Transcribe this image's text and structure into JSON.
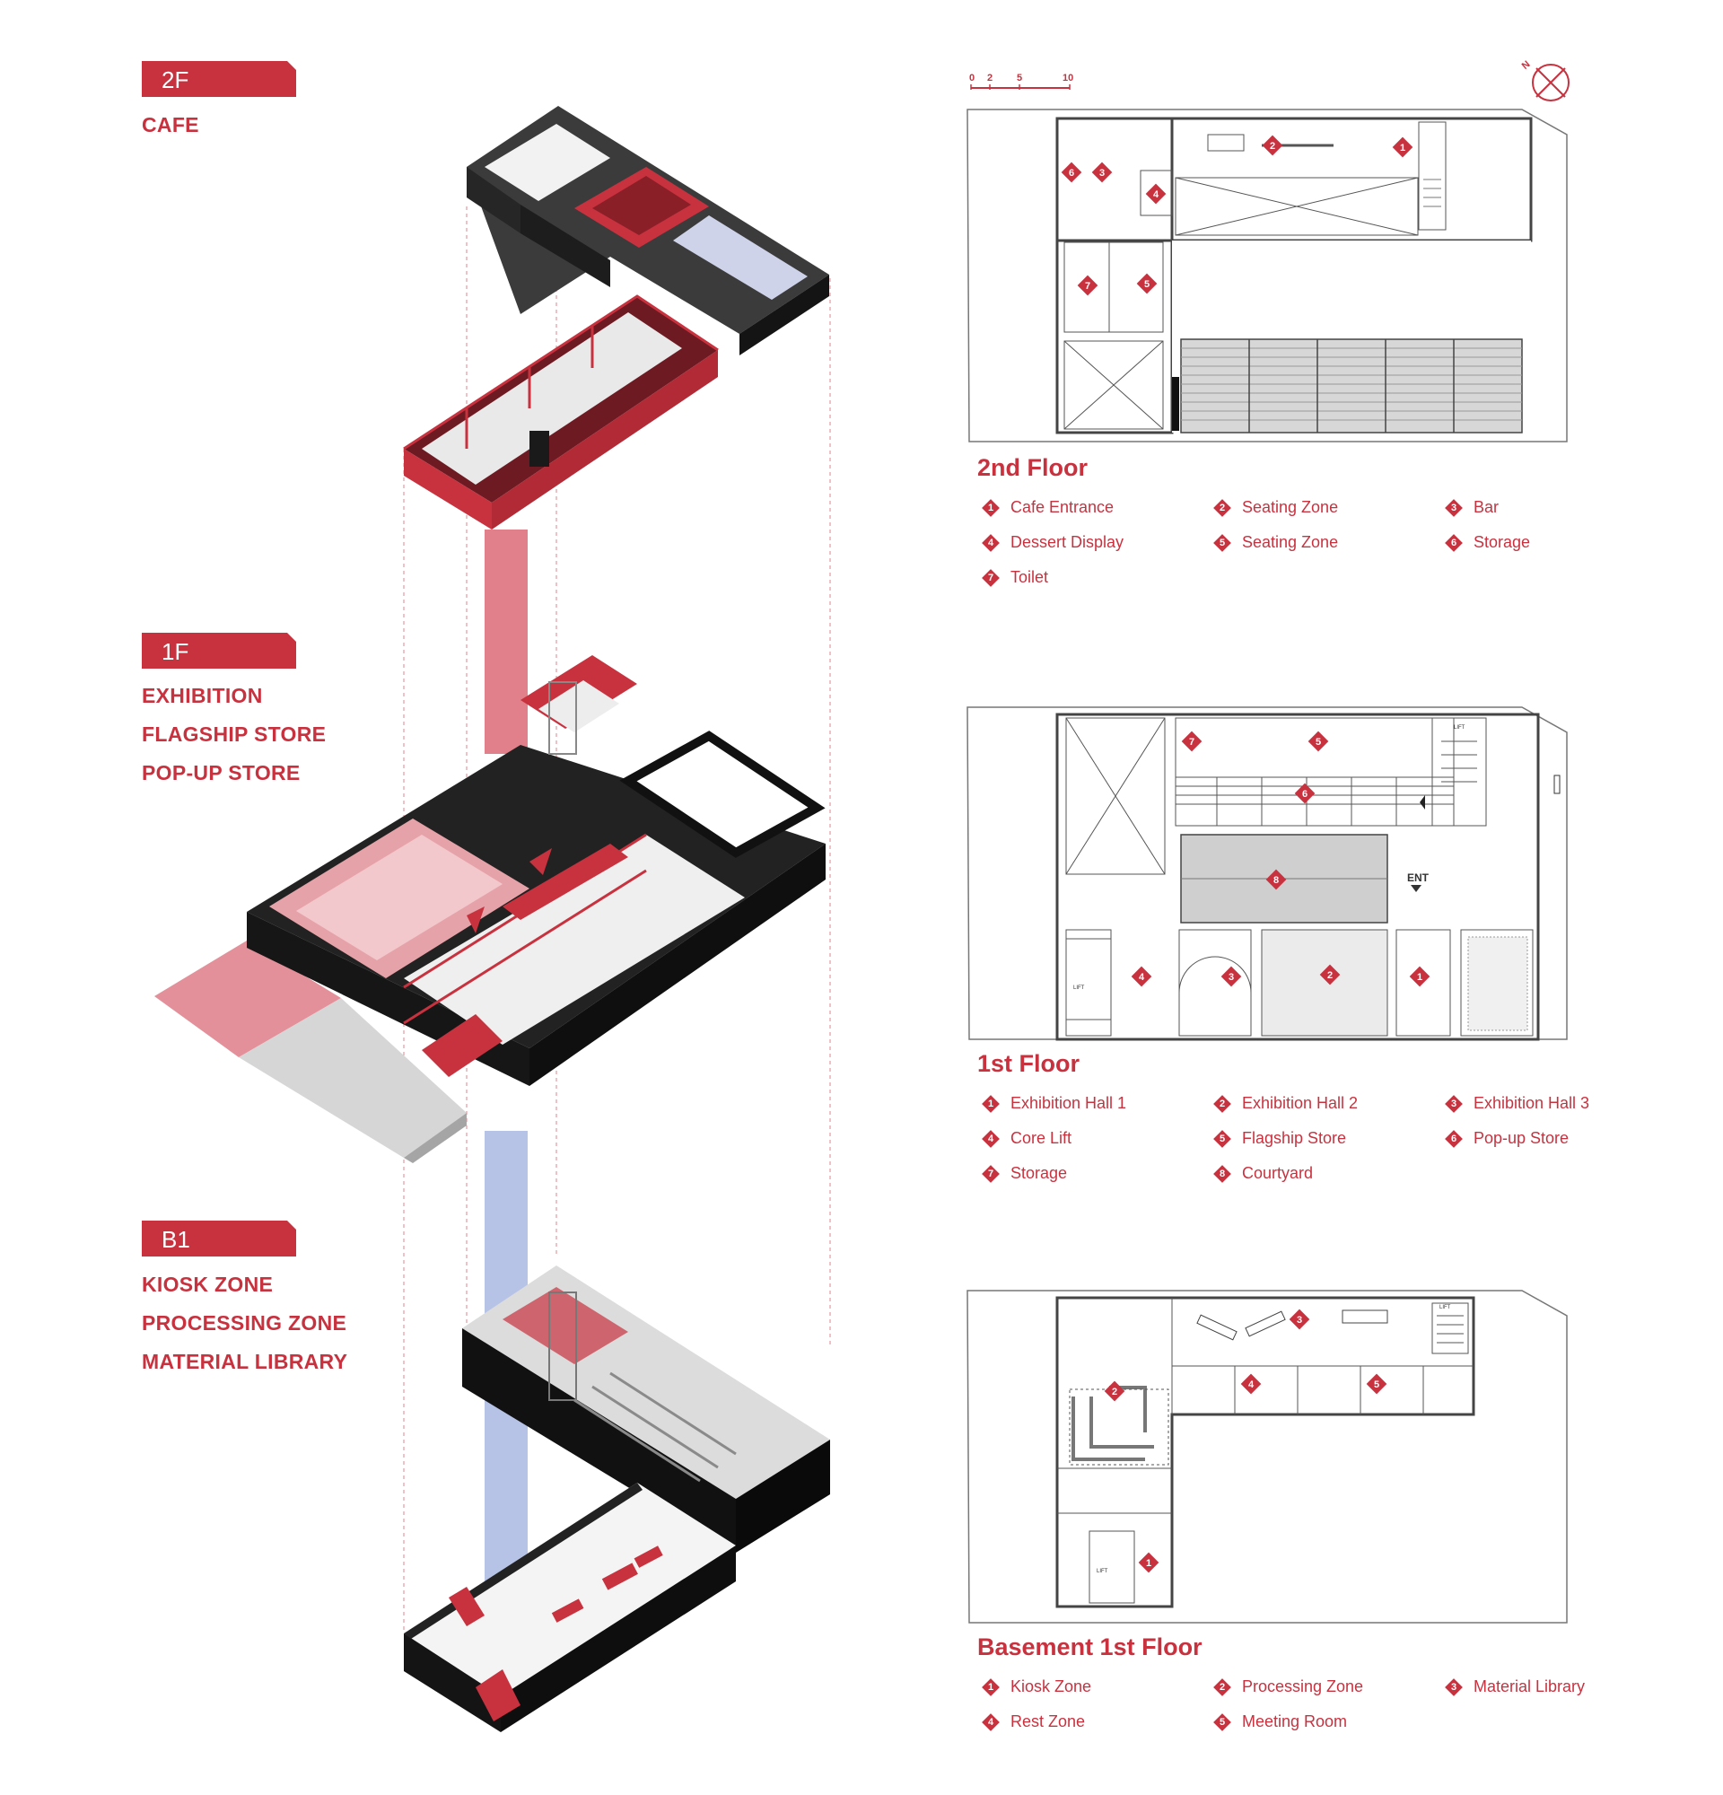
{
  "left_panel": {
    "floors": [
      {
        "tag": "2F",
        "programs": [
          "CAFE"
        ]
      },
      {
        "tag": "1F",
        "programs": [
          "EXHIBITION",
          "FLAGSHIP STORE",
          "POP-UP STORE"
        ]
      },
      {
        "tag": "B1",
        "programs": [
          "KIOSK ZONE",
          "PROCESSING ZONE",
          "MATERIAL LIBRARY"
        ]
      }
    ]
  },
  "scale_bar": {
    "ticks": [
      "0",
      "2",
      "5",
      "10"
    ]
  },
  "north_arrow": {
    "label": "N",
    "icon": "north-arrow-icon"
  },
  "plans": [
    {
      "title": "2nd Floor",
      "legend": [
        {
          "num": "1",
          "label": "Cafe Entrance"
        },
        {
          "num": "2",
          "label": "Seating Zone"
        },
        {
          "num": "3",
          "label": "Bar"
        },
        {
          "num": "4",
          "label": "Dessert Display"
        },
        {
          "num": "5",
          "label": "Seating Zone"
        },
        {
          "num": "6",
          "label": "Storage"
        },
        {
          "num": "7",
          "label": "Toilet"
        }
      ],
      "markers": [
        "1",
        "2",
        "3",
        "4",
        "5",
        "6",
        "7"
      ]
    },
    {
      "title": "1st Floor",
      "legend": [
        {
          "num": "1",
          "label": "Exhibition Hall 1"
        },
        {
          "num": "2",
          "label": "Exhibition Hall 2"
        },
        {
          "num": "3",
          "label": "Exhibition Hall 3"
        },
        {
          "num": "4",
          "label": "Core Lift"
        },
        {
          "num": "5",
          "label": "Flagship Store"
        },
        {
          "num": "6",
          "label": "Pop-up Store"
        },
        {
          "num": "7",
          "label": "Storage"
        },
        {
          "num": "8",
          "label": "Courtyard"
        }
      ],
      "markers": [
        "1",
        "2",
        "3",
        "4",
        "5",
        "6",
        "7",
        "8"
      ],
      "plan_labels": {
        "entrance": "ENT",
        "lift": "LIFT",
        "lift_upper": "LIFT"
      }
    },
    {
      "title": "Basement 1st Floor",
      "legend": [
        {
          "num": "1",
          "label": "Kiosk Zone"
        },
        {
          "num": "2",
          "label": "Processing Zone"
        },
        {
          "num": "3",
          "label": "Material Library"
        },
        {
          "num": "4",
          "label": "Rest Zone"
        },
        {
          "num": "5",
          "label": "Meeting Room"
        }
      ],
      "markers": [
        "1",
        "2",
        "3",
        "4",
        "5"
      ],
      "plan_labels": {
        "lift": "LIFT",
        "lift_upper": "LIFT"
      }
    }
  ],
  "colors": {
    "accent": "#c8323f",
    "dark": "#1b1b1b",
    "blue": "#aab8e2",
    "line": "#555555"
  }
}
